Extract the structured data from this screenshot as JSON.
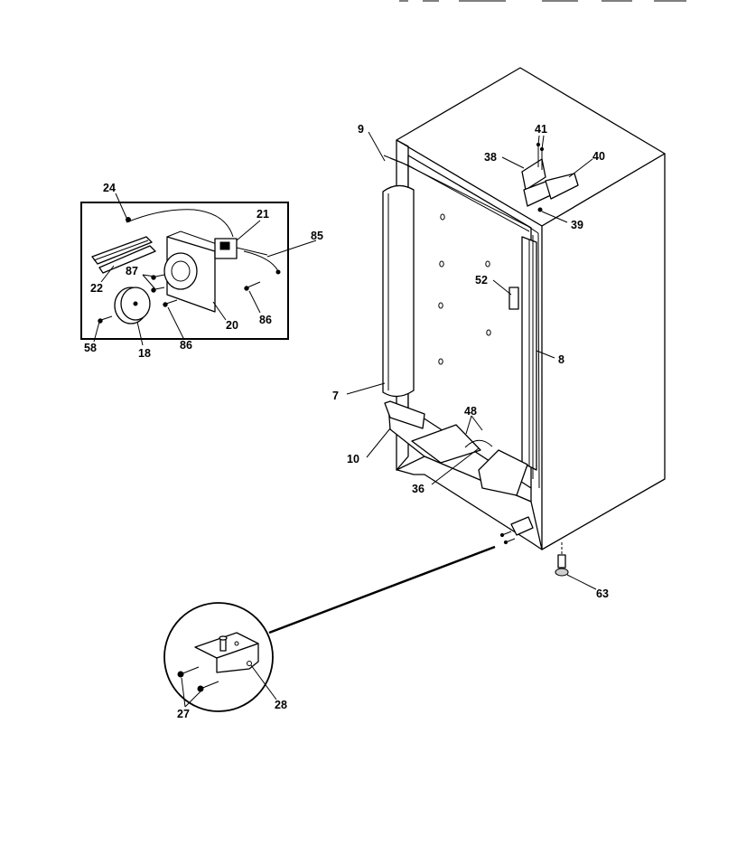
{
  "diagram": {
    "part_labels": {
      "p9": "9",
      "p41": "41",
      "p38": "38",
      "p40": "40",
      "p39": "39",
      "p52": "52",
      "p8": "8",
      "p7": "7",
      "p48": "48",
      "p10": "10",
      "p36": "36",
      "p63": "63",
      "p24": "24",
      "p21": "21",
      "p85": "85",
      "p22": "22",
      "p87": "87",
      "p20": "20",
      "p86a": "86",
      "p58": "58",
      "p18": "18",
      "p86b": "86",
      "p27": "27",
      "p28": "28"
    }
  }
}
